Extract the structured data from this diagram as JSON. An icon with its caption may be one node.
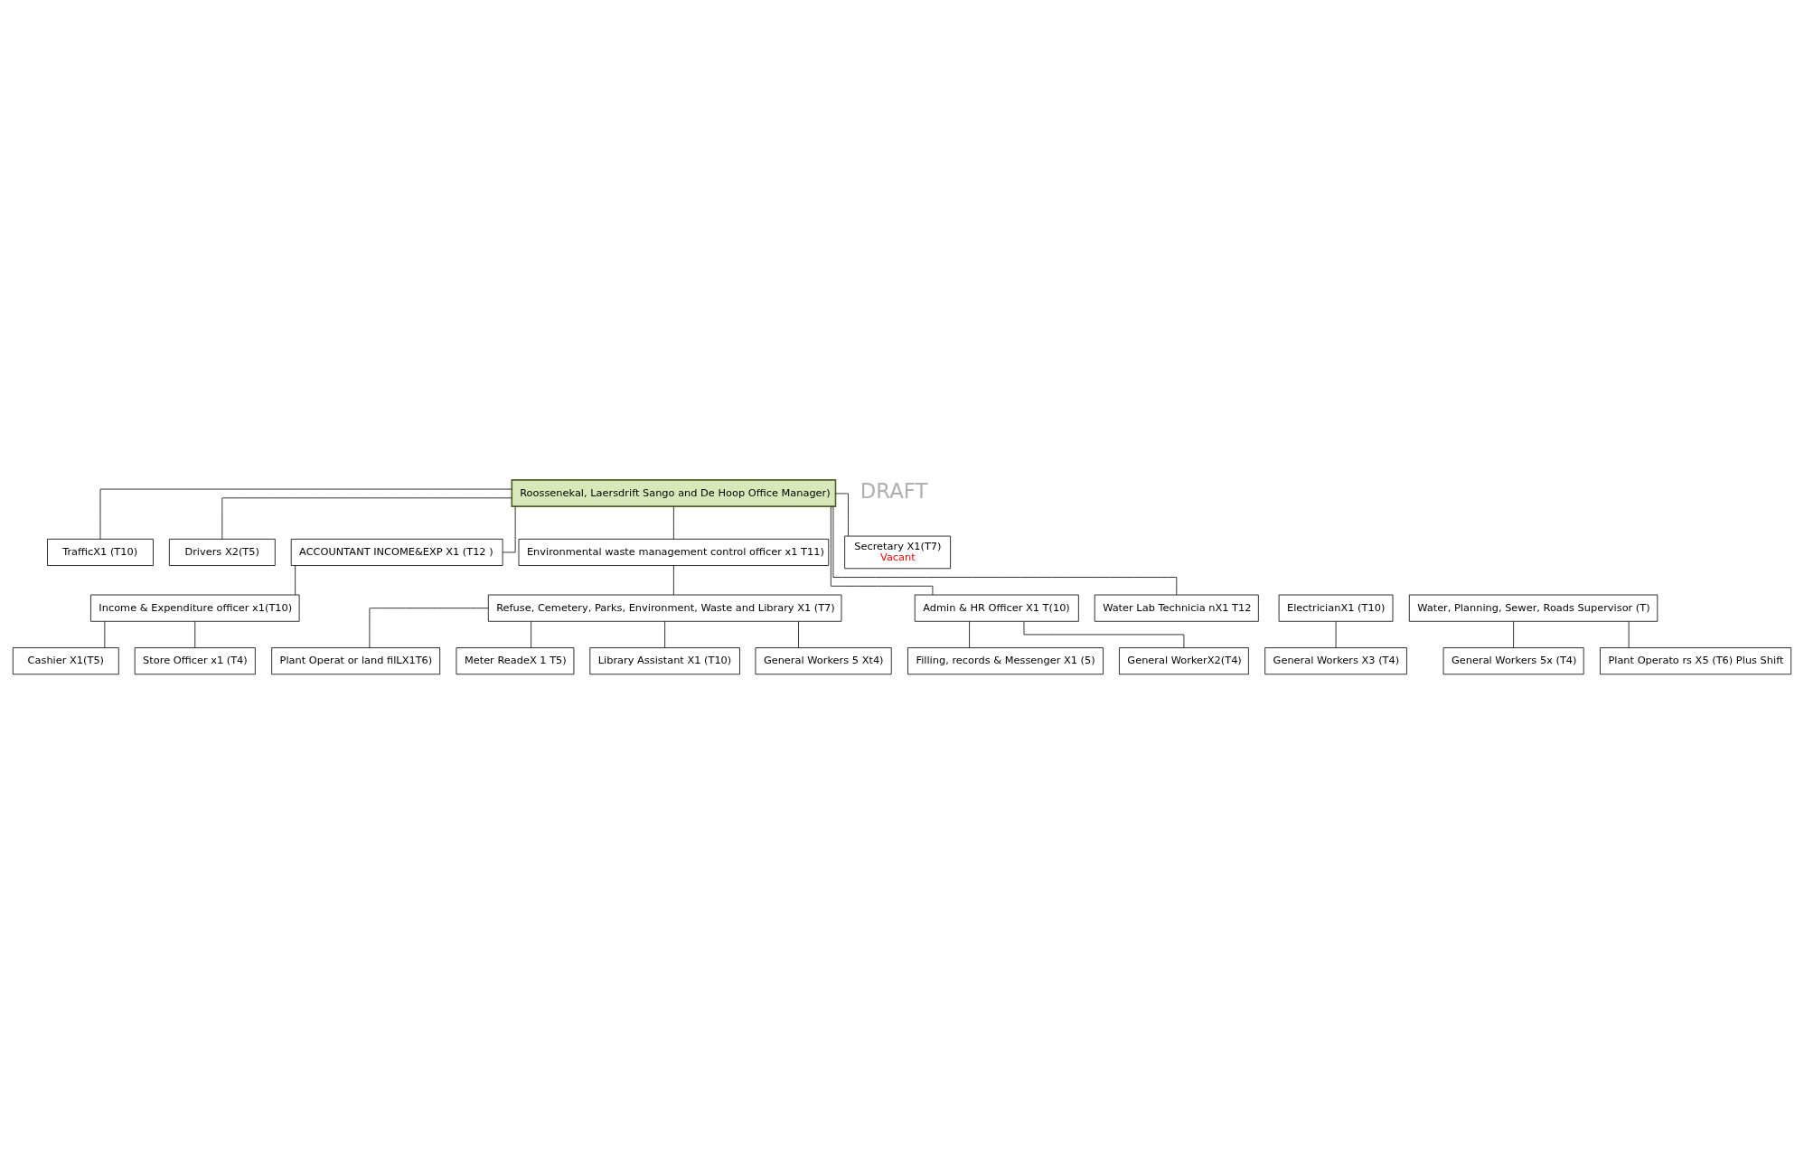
{
  "diagram": {
    "nodes": [
      {
        "text": [
          "Roossenekal, Laersdrift Sango and De Hoop Office Manager)"
        ]
      },
      {
        "text": [
          "TrafficX1 (T10)"
        ]
      },
      {
        "text": [
          "Drivers X2(T5)"
        ]
      },
      {
        "text": [
          "ACCOUNTANT INCOME&EXP X1 (T12 )"
        ]
      },
      {
        "text": [
          "Environmental waste management control officer x1 T11)"
        ]
      },
      {
        "text": [
          "Secretary X1(T7)",
          "Vacant"
        ]
      },
      {
        "text": [
          "Refuse, Cemetery, Parks, Environment, Waste and Library X1 (T7)"
        ]
      },
      {
        "text": [
          "Income & Expenditure officer x1(T10)"
        ]
      },
      {
        "text": [
          "ElectricianX1 (T10)"
        ]
      },
      {
        "text": [
          "Admin & HR Officer X1 T(10)"
        ]
      },
      {
        "text": [
          "Water, Planning, Sewer, Roads Supervisor (T)"
        ]
      },
      {
        "text": [
          "Water Lab Technicia nX1 T12"
        ]
      },
      {
        "text": [
          "Plant Operat or land filLX1T6)"
        ]
      },
      {
        "text": [
          "Meter ReadeX 1 T5)"
        ]
      },
      {
        "text": [
          "Cashier X1(T5)"
        ]
      },
      {
        "text": [
          "Store Officer x1 (T4)"
        ]
      },
      {
        "text": [
          "General Workers X3 (T4)"
        ]
      },
      {
        "text": [
          "Filling, records & Messenger X1 (5)"
        ]
      },
      {
        "text": [
          "General WorkerX2(T4)"
        ]
      },
      {
        "text": [
          "General Workers 5x (T4)"
        ]
      },
      {
        "text": [
          "Plant Operato rs X5 (T6) Plus Shift"
        ]
      },
      {
        "text": [
          "Library Assistant X1 (T10)"
        ]
      },
      {
        "text": [
          "General Workers 5 Xt4)"
        ]
      }
    ],
    "edges": [
      {
        "from": 0,
        "to": 1,
        "arrow": "none"
      },
      {
        "from": 0,
        "to": 2,
        "arrow": "none"
      },
      {
        "from": 0,
        "to": 3,
        "arrow": "none"
      },
      {
        "from": 0,
        "to": 5,
        "arrow": "none"
      },
      {
        "from": 0,
        "to": 4,
        "arrow": "none"
      },
      {
        "from": 0,
        "to": 9,
        "arrow": "none"
      },
      {
        "from": 0,
        "to": 11,
        "arrow": "none"
      },
      {
        "from": 3,
        "to": 7,
        "arrow": "none"
      },
      {
        "from": 4,
        "to": 6,
        "arrow": "none"
      },
      {
        "from": 6,
        "to": 12,
        "arrow": "none"
      },
      {
        "from": 6,
        "to": 13,
        "arrow": "none"
      },
      {
        "from": 6,
        "to": 21,
        "arrow": "none"
      },
      {
        "from": 6,
        "to": 22,
        "arrow": "none"
      },
      {
        "from": 7,
        "to": 14,
        "arrow": "none"
      },
      {
        "from": 7,
        "to": 15,
        "arrow": "none"
      },
      {
        "from": 8,
        "to": 16,
        "arrow": "none"
      },
      {
        "from": 9,
        "to": 17,
        "arrow": "none"
      },
      {
        "from": 9,
        "to": 18,
        "arrow": "none"
      },
      {
        "from": 10,
        "to": 19,
        "arrow": "none"
      },
      {
        "from": 10,
        "to": 20,
        "arrow": "none"
      }
    ],
    "labels": [
      "DRAFT"
    ]
  }
}
